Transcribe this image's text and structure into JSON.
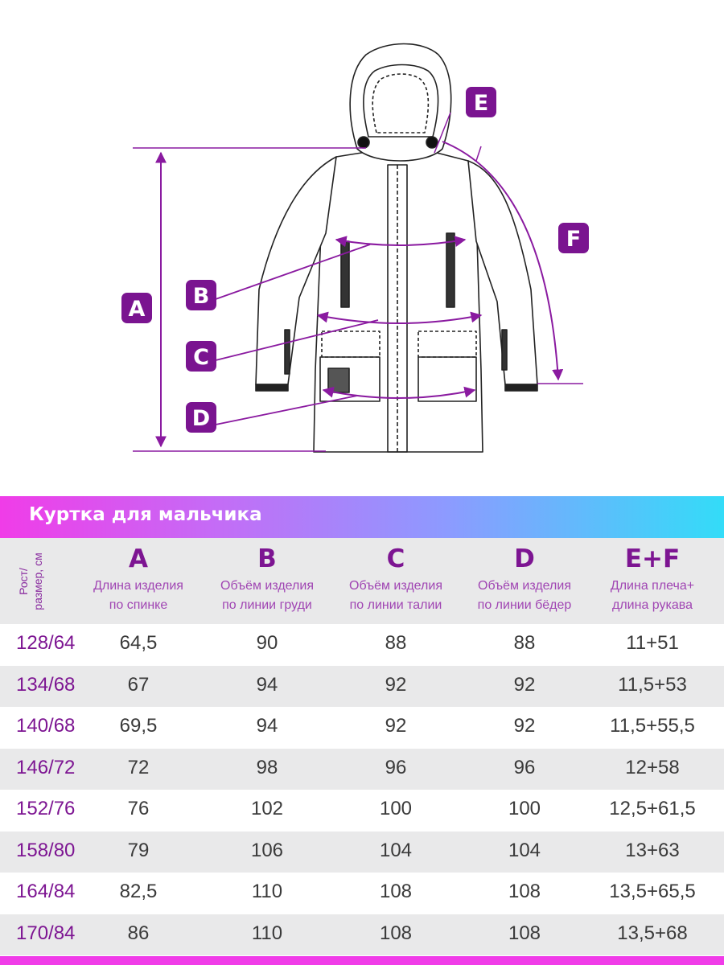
{
  "labels": {
    "a": "A",
    "b": "B",
    "c": "C",
    "d": "D",
    "e": "E",
    "f": "F"
  },
  "title": "Куртка для мальчика",
  "size_header": {
    "line1": "Рост/",
    "line2": "размер, см"
  },
  "columns": [
    {
      "letter": "A",
      "line1": "Длина изделия",
      "line2": "по спинке"
    },
    {
      "letter": "B",
      "line1": "Объём изделия",
      "line2": "по линии груди"
    },
    {
      "letter": "C",
      "line1": "Объём изделия",
      "line2": "по линии талии"
    },
    {
      "letter": "D",
      "line1": "Объём изделия",
      "line2": "по линии бёдер"
    },
    {
      "letter": "E+F",
      "line1": "Длина плеча+",
      "line2": "длина рукава"
    }
  ],
  "rows": [
    {
      "size": "128/64",
      "v": [
        "64,5",
        "90",
        "88",
        "88",
        "11+51"
      ]
    },
    {
      "size": "134/68",
      "v": [
        "67",
        "94",
        "92",
        "92",
        "11,5+53"
      ]
    },
    {
      "size": "140/68",
      "v": [
        "69,5",
        "94",
        "92",
        "92",
        "11,5+55,5"
      ]
    },
    {
      "size": "146/72",
      "v": [
        "72",
        "98",
        "96",
        "96",
        "12+58"
      ]
    },
    {
      "size": "152/76",
      "v": [
        "76",
        "102",
        "100",
        "100",
        "12,5+61,5"
      ]
    },
    {
      "size": "158/80",
      "v": [
        "79",
        "106",
        "104",
        "104",
        "13+63"
      ]
    },
    {
      "size": "164/84",
      "v": [
        "82,5",
        "110",
        "108",
        "108",
        "13,5+65,5"
      ]
    },
    {
      "size": "170/84",
      "v": [
        "86",
        "110",
        "108",
        "108",
        "13,5+68"
      ]
    }
  ],
  "colors": {
    "accent": "#7d1592",
    "label_bg": "#7a1490",
    "gradient_start": "#f03ce8",
    "gradient_end": "#33dcf8"
  }
}
